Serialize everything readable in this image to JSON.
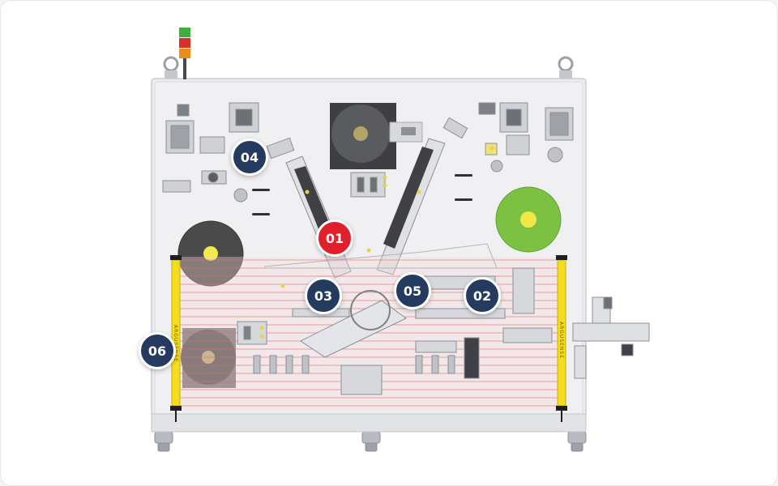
{
  "diagram": {
    "callouts": [
      {
        "id": "01",
        "label": "01",
        "active": true
      },
      {
        "id": "02",
        "label": "02",
        "active": false
      },
      {
        "id": "03",
        "label": "03",
        "active": false
      },
      {
        "id": "04",
        "label": "04",
        "active": false
      },
      {
        "id": "05",
        "label": "05",
        "active": false
      },
      {
        "id": "06",
        "label": "06",
        "active": false
      }
    ],
    "light_curtain_brand": "ARGUSENSE",
    "colors": {
      "callout": "#243a5e",
      "callout_active": "#e0202a",
      "spool_green": "#7cc142",
      "spool_dark": "#4a4a4a",
      "curtain_yellow": "#f4dc1f",
      "guard_red": "#e06a6a"
    }
  }
}
